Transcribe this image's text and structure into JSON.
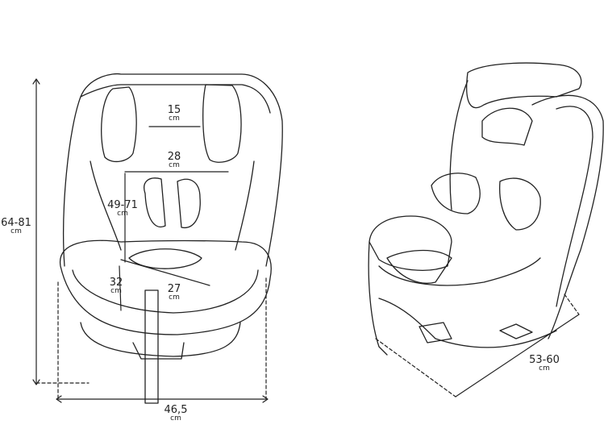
{
  "front_view": {
    "headrest_width": {
      "value": "15",
      "unit": "cm"
    },
    "shoulder_width": {
      "value": "28",
      "unit": "cm"
    },
    "back_height": {
      "value": "49-71",
      "unit": "cm"
    },
    "total_height": {
      "value": "64-81",
      "unit": "cm"
    },
    "seat_depth": {
      "value": "32",
      "unit": "cm"
    },
    "seat_width": {
      "value": "27",
      "unit": "cm"
    },
    "base_width": {
      "value": "46,5",
      "unit": "cm"
    }
  },
  "side_view": {
    "base_depth": {
      "value": "53-60",
      "unit": "cm"
    }
  }
}
